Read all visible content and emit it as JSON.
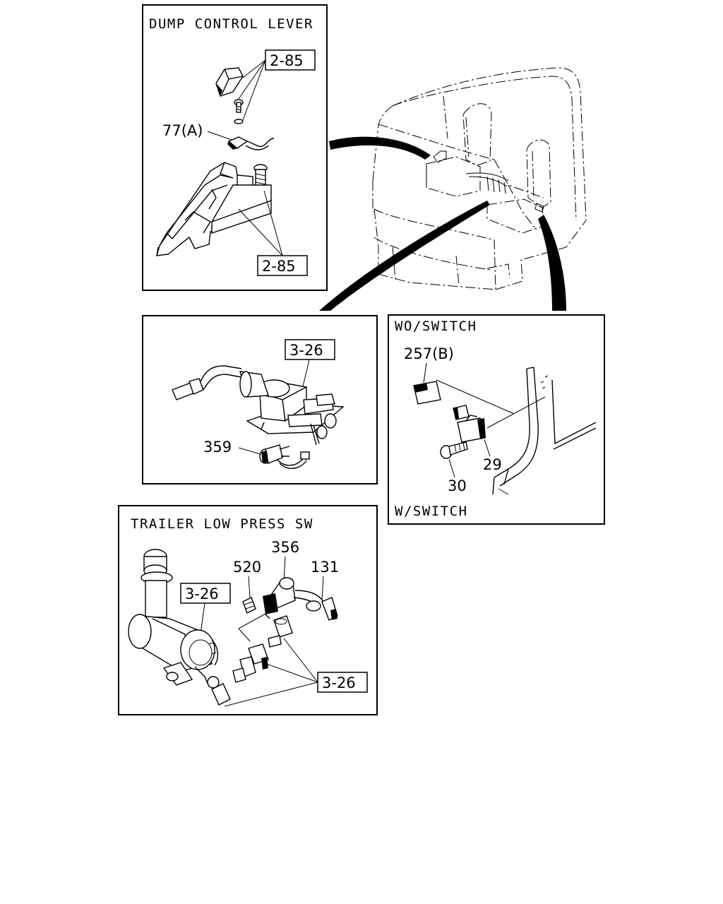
{
  "panels": {
    "dump_control_lever": {
      "title": "DUMP CONTROL LEVER",
      "ref_top": "2-85",
      "ref_bottom": "2-85",
      "callout_part": "77(A)"
    },
    "middle_left": {
      "ref": "3-26",
      "callout_part": "359"
    },
    "switch_panel": {
      "title_top": "WO/SWITCH",
      "title_bottom": "W/SWITCH",
      "part_a": "257(B)",
      "part_b": "29",
      "part_c": "30"
    },
    "trailer_low_press_sw": {
      "title": "TRAILER LOW PRESS SW",
      "ref_left": "3-26",
      "ref_right": "3-26",
      "part_a": "356",
      "part_b": "520",
      "part_c": "131"
    }
  }
}
